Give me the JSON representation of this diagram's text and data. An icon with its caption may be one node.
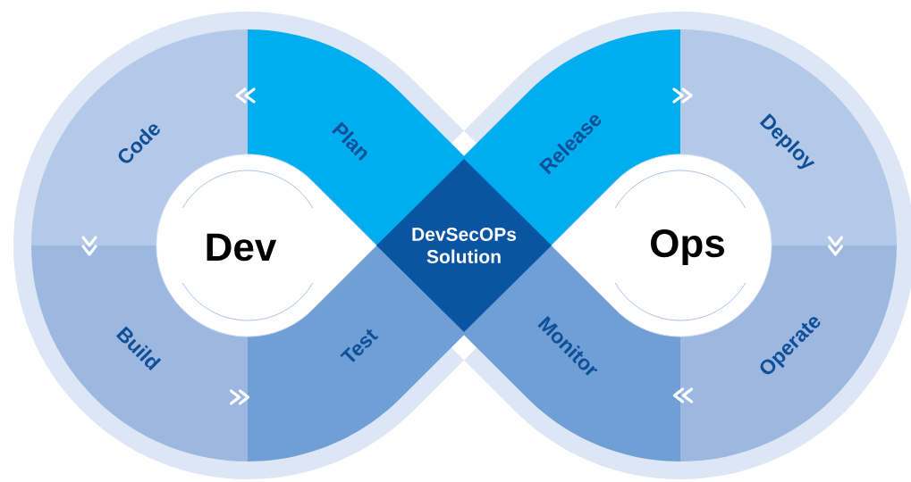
{
  "diagram": {
    "nodes": [
      {
        "text": [
          "Dev"
        ]
      },
      {
        "text": [
          "Code"
        ]
      },
      {
        "text": [
          "Plan"
        ]
      },
      {
        "text": [
          "Build"
        ]
      },
      {
        "text": [
          "Test"
        ]
      },
      {
        "text": [
          "DevSecOPs Solution"
        ]
      },
      {
        "text": [
          "Ops"
        ]
      },
      {
        "text": [
          "Release"
        ]
      },
      {
        "text": [
          "Deploy"
        ]
      },
      {
        "text": [
          "Monitor"
        ]
      },
      {
        "text": [
          "Operate"
        ]
      }
    ],
    "edges": [
      {
        "from": 2,
        "to": 1,
        "arrow": "to"
      },
      {
        "from": 1,
        "to": 3,
        "arrow": "to"
      },
      {
        "from": 3,
        "to": 4,
        "arrow": "to"
      },
      {
        "from": 7,
        "to": 8,
        "arrow": "to"
      },
      {
        "from": 8,
        "to": 10,
        "arrow": "to"
      },
      {
        "from": 10,
        "to": 9,
        "arrow": "to"
      }
    ]
  }
}
